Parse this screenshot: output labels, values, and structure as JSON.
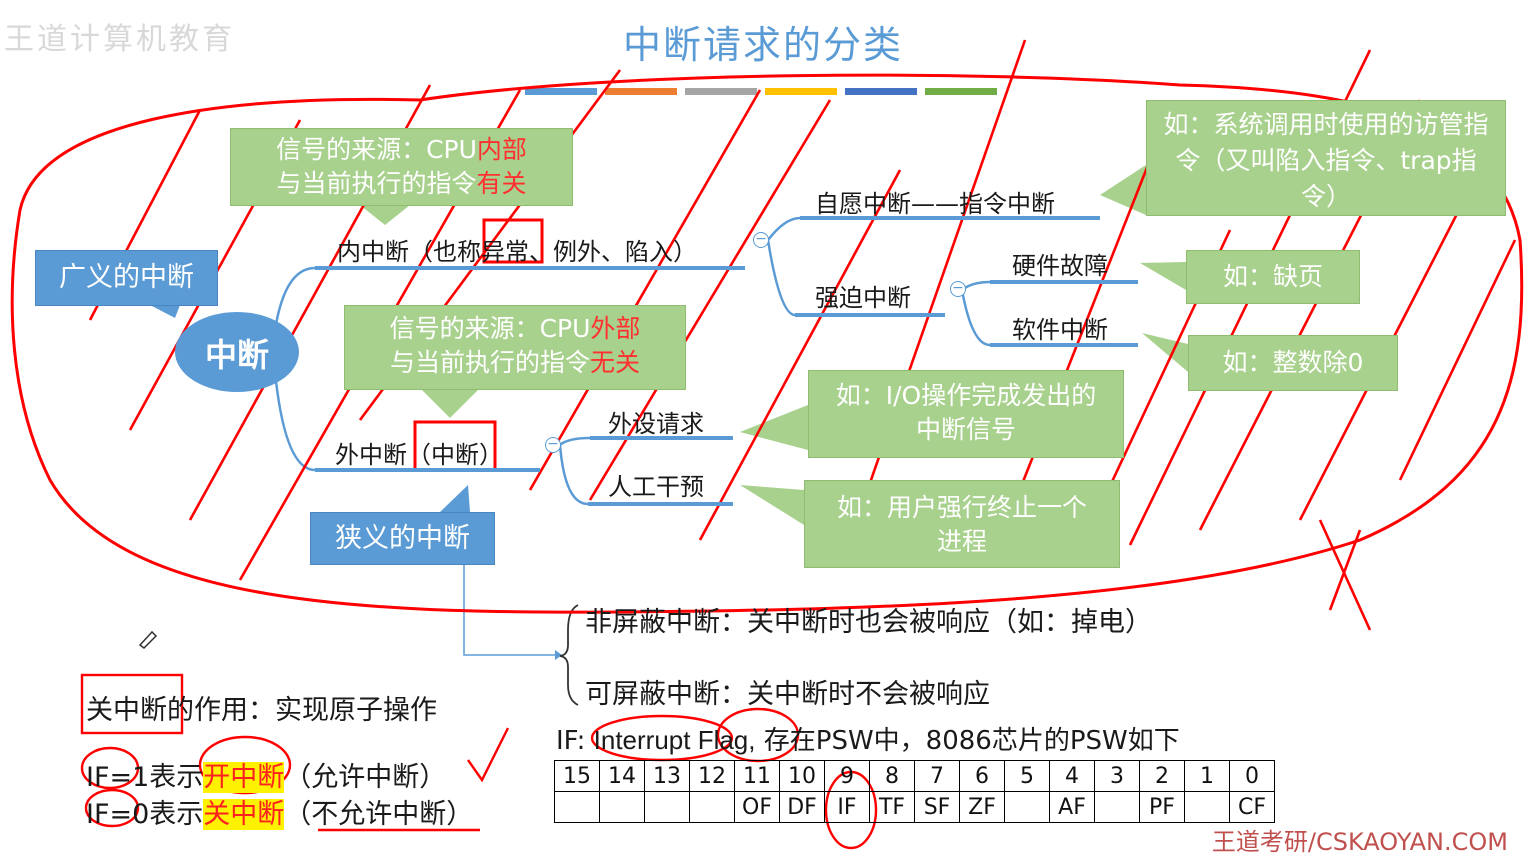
{
  "title": "中断请求的分类",
  "watermark_logo": "王道计算机教育",
  "boxes": {
    "internal_src_a": "信号的来源：CPU",
    "internal_src_b": "内部",
    "internal_src_c": "与当前执行的指令",
    "internal_src_d": "有关",
    "external_src_a": "信号的来源：CPU",
    "external_src_b": "外部",
    "external_src_c": "与当前执行的指令",
    "external_src_d": "无关",
    "broad": "广义的中断",
    "narrow": "狭义的中断",
    "center": "中断",
    "trap_note": "如：系统调用时使用的访管指令（又叫陷入指令、trap指令）",
    "hw_note": "如：缺页",
    "sw_note": "如：整数除0",
    "io_note": "如：I/O操作完成发出的中断信号",
    "manual_note": "如：用户强行终止一个进程"
  },
  "tree": {
    "internal_a": "内中断（也称",
    "internal_b": "异常",
    "internal_c": "、例外、陷入）",
    "voluntary": "自愿中断——指令中断",
    "forced": "强迫中断",
    "hardware": "硬件故障",
    "software": "软件中断",
    "external_a": "外中断",
    "external_b": "（中断）",
    "device": "外设请求",
    "manual": "人工干预"
  },
  "bottom": {
    "nmi": "非屏蔽中断：关中断时也会被响应（如：掉电）",
    "mi": "可屏蔽中断：关中断时不会被响应",
    "disable_a": "关中断",
    "disable_b": "的作用：实现原子操作",
    "if1_a": "IF=1表示",
    "if1_b": "开中断",
    "if1_c": "（允许中断）",
    "if0_a": "IF=0表示",
    "if0_b": "关中断",
    "if0_c": "（不允许中断）",
    "flag_a": "IF:",
    "flag_b": "Interrupt Flag,",
    "flag_c": "存在PSW中，8086芯片的PSW如下"
  },
  "psw": {
    "bits": [
      "15",
      "14",
      "13",
      "12",
      "11",
      "10",
      "9",
      "8",
      "7",
      "6",
      "5",
      "4",
      "3",
      "2",
      "1",
      "0"
    ],
    "flags": [
      "",
      "",
      "",
      "",
      "OF",
      "DF",
      "IF",
      "TF",
      "SF",
      "ZF",
      "",
      "AF",
      "",
      "PF",
      "",
      "CF"
    ]
  },
  "site": "王道考研/CSKAOYAN.COM",
  "colors": {
    "title": "#5b9bd5",
    "box_green": "#a9d18e",
    "box_blue": "#5b9bd5",
    "ink_red": "#ff0000",
    "highlight": "#fff200"
  }
}
